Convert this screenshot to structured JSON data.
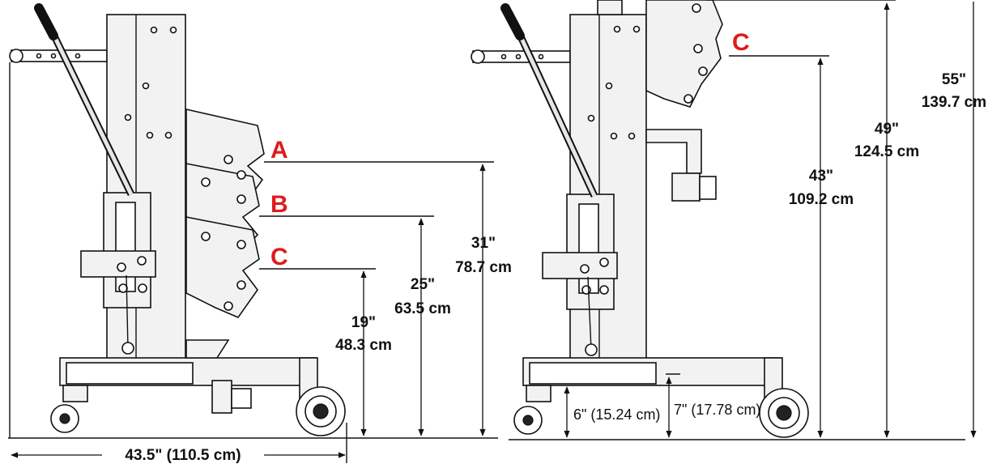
{
  "positions": {
    "a": "A",
    "b": "B",
    "c": "C",
    "c_right": "C"
  },
  "left_view": {
    "height_a": {
      "inch": "31\"",
      "cm": "78.7 cm"
    },
    "height_b": {
      "inch": "25\"",
      "cm": "63.5 cm"
    },
    "height_c": {
      "inch": "19\"",
      "cm": "48.3 cm"
    },
    "overall_length": "43.5\" (110.5 cm)"
  },
  "right_view": {
    "height_top": {
      "inch": "55\"",
      "cm": "139.7 cm"
    },
    "height_mid": {
      "inch": "49\"",
      "cm": "124.5 cm"
    },
    "height_c": {
      "inch": "43\"",
      "cm": "109.2 cm"
    },
    "base_height": "6\" (15.24 cm)",
    "base_top": "7\" (17.78 cm)"
  }
}
